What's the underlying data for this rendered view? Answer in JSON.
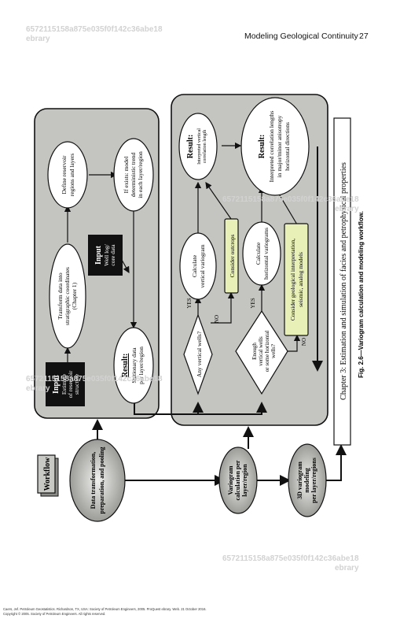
{
  "header": {
    "watermark_line1": "6572115158a875e035f0f142c36abe18",
    "watermark_line2": "ebrary",
    "running_title": "Modeling Geological Continuity",
    "page_number": "27"
  },
  "watermarks": {
    "top": [
      "6572115158a875e035f0f142c36abe18",
      "ebrary"
    ],
    "mid": [
      "6572115158a875e035f0f142c36abe18",
      "ebrary"
    ],
    "left": [
      "6572115158a875e035f0f142c36abe18",
      "ebrary"
    ],
    "bottom": [
      "6572115158a875e035f0f142c36abe18",
      "ebrary"
    ]
  },
  "figure": {
    "workflow_label": "Workflow",
    "step1": [
      "Data transformation,",
      "preparation, and pooling"
    ],
    "step2": [
      "Variogram",
      "calculation per",
      "layer/region"
    ],
    "step3": [
      "3D variogram",
      "modeling",
      "per layer/regions"
    ],
    "chapter_box": "Chapter 3: Estimation and simulation of facies and petrophysical properties",
    "left_panel": {
      "input1_title": "Input",
      "input1_text": [
        "Estimate",
        "of reservoir",
        "structure"
      ],
      "transform": [
        "Transform data into",
        "stratigraphic coordinates",
        "(Chapter 1)"
      ],
      "define": [
        "Define reservoir",
        "regions and layers"
      ],
      "input2_title": "Input",
      "input2_text": [
        "Well log/",
        "core data"
      ],
      "trend": [
        "If exists: model",
        "deterministic trend",
        "in each layer/region"
      ],
      "result_title": "Result:",
      "result_text": [
        "Stationary data",
        "per layer/region"
      ]
    },
    "right_panel": {
      "q_vertical": "Any vertical wells?",
      "yes1": "YES",
      "no1": "NO",
      "calc_vertical": [
        "Calculate",
        "vertical variogram"
      ],
      "consider_outcrops": "Consider outcrops",
      "result1_title": "Result:",
      "result1_text": [
        "Interpreted vertical",
        "correlation length"
      ],
      "q_horizontal": [
        "Enough",
        "vertical wells",
        "or some horizontal",
        "wells?"
      ],
      "yes2": "YES",
      "no2": "NO",
      "calc_horizontal": [
        "Calculate",
        "horizontal variograms"
      ],
      "consider_geo": [
        "Consider geological interpretation,",
        "seismic, analog models"
      ],
      "result2_title": "Result:",
      "result2_text": [
        "Interpreted correlation lengths",
        "in major/minor anisotropy",
        "horizontal directions"
      ]
    },
    "caption": "Fig. 2.6—Variogram calculation and modeling workflow."
  },
  "footer": {
    "line1": "Caers, Jef. Petroleum Geostatistics. Richardson, TX, USA: Society of Petroleum Engineers, 2005. ProQuest ebrary. Web. 21 October 2016.",
    "line2": "Copyright © 2005. Society of Petroleum Engineers. All rights reserved."
  }
}
